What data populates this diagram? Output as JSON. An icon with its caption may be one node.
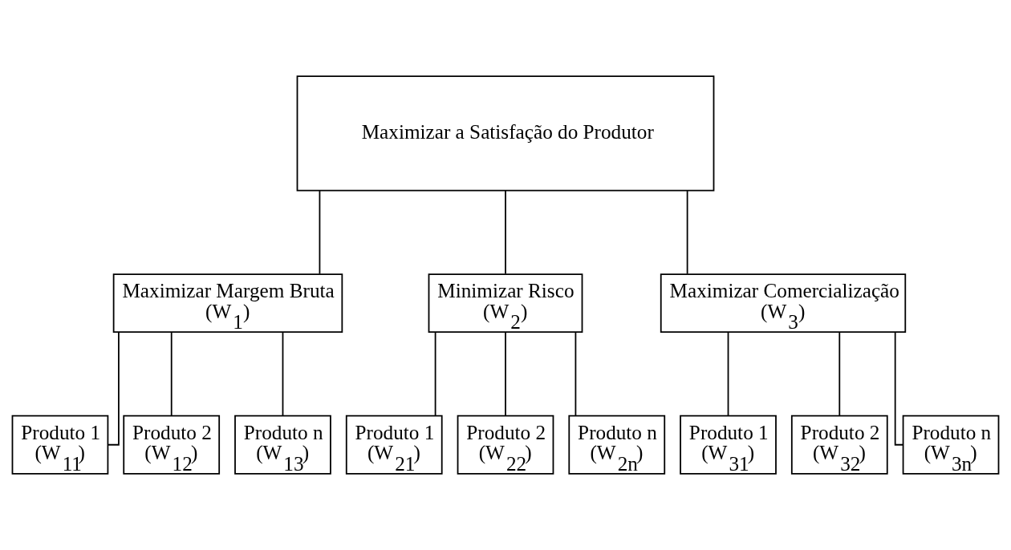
{
  "diagram": {
    "nodes": [
      {
        "text": [
          "Maximizar a Satisfação do Produtor"
        ]
      },
      {
        "text": [
          "Maximizar Margem Bruta",
          "(W$_{1}$)"
        ]
      },
      {
        "text": [
          "Minimizar Risco",
          "(W$_{2}$)"
        ]
      },
      {
        "text": [
          "Maximizar Comercialização",
          "(W$_{3}$)"
        ]
      },
      {
        "text": [
          "Produto 1",
          "(W$_{11}$)"
        ]
      },
      {
        "text": [
          "Produto 2",
          "(W$_{12}$)"
        ]
      },
      {
        "text": [
          "Produto n",
          "(W$_{13}$)"
        ]
      },
      {
        "text": [
          "Produto 1",
          "(W$_{21}$)"
        ]
      },
      {
        "text": [
          "Produto 2",
          "(W$_{22}$)"
        ]
      },
      {
        "text": [
          "Produto n",
          "(W$_{2n}$)"
        ]
      },
      {
        "text": [
          "Produto 1",
          "(W$_{31}$)"
        ]
      },
      {
        "text": [
          "Produto 2",
          "(W$_{32}$)"
        ]
      },
      {
        "text": [
          "Produto n",
          "(W$_{3n}$)"
        ]
      }
    ],
    "edges": [
      {
        "from": 0,
        "to": 1,
        "arrow": "none"
      },
      {
        "from": 0,
        "to": 2,
        "arrow": "none"
      },
      {
        "from": 0,
        "to": 3,
        "arrow": "none"
      },
      {
        "from": 1,
        "to": 4,
        "arrow": "none"
      },
      {
        "from": 1,
        "to": 5,
        "arrow": "none"
      },
      {
        "from": 1,
        "to": 6,
        "arrow": "none"
      },
      {
        "from": 2,
        "to": 7,
        "arrow": "none"
      },
      {
        "from": 2,
        "to": 8,
        "arrow": "none"
      },
      {
        "from": 2,
        "to": 9,
        "arrow": "none"
      },
      {
        "from": 3,
        "to": 10,
        "arrow": "none"
      },
      {
        "from": 3,
        "to": 11,
        "arrow": "none"
      },
      {
        "from": 3,
        "to": 12,
        "arrow": "none"
      }
    ]
  }
}
